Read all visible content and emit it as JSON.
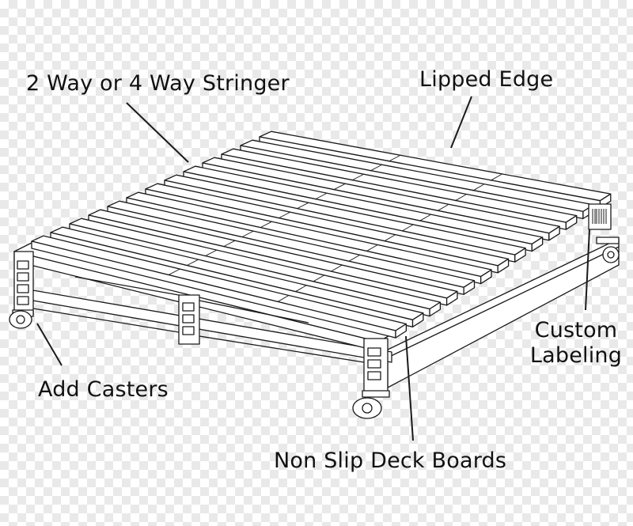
{
  "labels": {
    "stringer": "2 Way or 4 Way Stringer",
    "lipped_edge": "Lipped Edge",
    "custom_labeling_line1": "Custom",
    "custom_labeling_line2": "Labeling",
    "add_casters": "Add Casters",
    "deck_boards": "Non Slip Deck Boards"
  },
  "colors": {
    "line": "#1a1a1a",
    "fill": "#ffffff",
    "checker": "#e9e9e9"
  }
}
